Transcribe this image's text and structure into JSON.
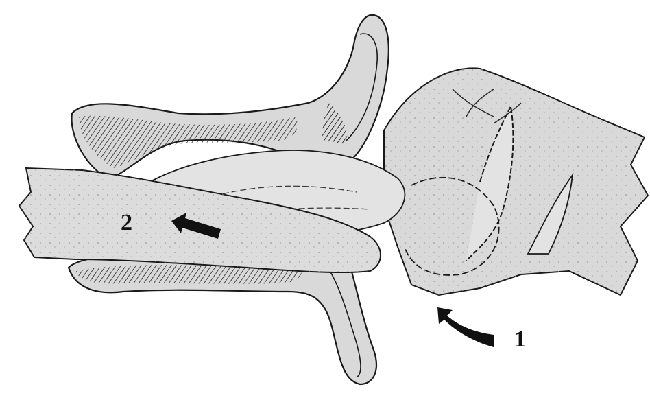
{
  "figure": {
    "colors": {
      "background": "#ffffff",
      "tissue_fill": "#d9d9d9",
      "tissue_light": "#e3e3e3",
      "outline": "#1a1a1a",
      "shadow": "#3a3a3a",
      "arrow": "#111111"
    },
    "callouts": [
      {
        "label": "2",
        "arrow_direction": "left"
      },
      {
        "label": "1",
        "arrow_direction": "curved-up-left"
      }
    ]
  }
}
